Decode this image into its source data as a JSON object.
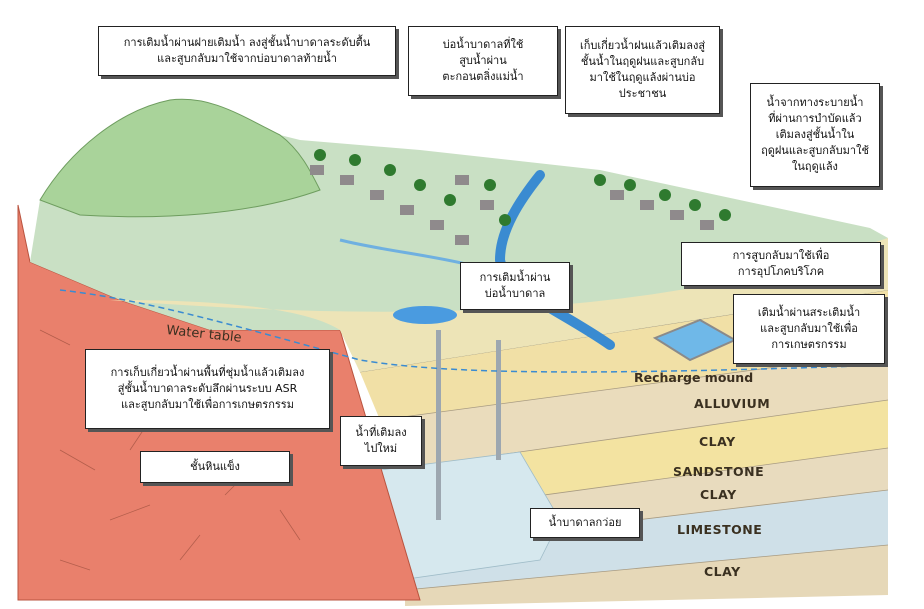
{
  "labels": {
    "water_table": "Water table",
    "recharge_mound": "Recharge mound",
    "layers": [
      "ALLUVIUM",
      "CLAY",
      "SANDSTONE",
      "CLAY",
      "LIMESTONE",
      "CLAY"
    ]
  },
  "callouts": {
    "c1": "การเติมน้ำผ่านฝายเติมน้ำ ลงสู่ชั้นน้ำบาดาลระดับตื้น\nและสูบกลับมาใช้จากบ่อบาดาลท้ายน้ำ",
    "c2": "บ่อน้ำบาดาลที่ใช้\nสูบน้ำผ่าน\nตะกอนตลิ่งแม่น้ำ",
    "c3": "เก็บเกี่ยวน้ำฝนแล้วเติมลงสู่\nชั้นน้ำในฤดูฝนและสูบกลับ\nมาใช้ในฤดูแล้งผ่านบ่อ\nประชาชน",
    "c4": "น้ำจากทางระบายน้ำ\nที่ผ่านการบำบัดแล้ว\nเติมลงสู่ชั้นน้ำใน\nฤดูฝนและสูบกลับมาใช้\nในฤดูแล้ง",
    "c5": "การสูบกลับมาใช้เพื่อ\nการอุปโภคบริโภค",
    "c6": "การเติมน้ำผ่าน\nบ่อน้ำบาดาล",
    "c7": "เติมน้ำผ่านสระเติมน้ำ\nและสูบกลับมาใช้เพื่อ\nการเกษตรกรรม",
    "c8": "การเก็บเกี่ยวน้ำผ่านพื้นที่ชุ่มน้ำแล้วเติมลง\nสู่ชั้นน้ำบาดาลระดับลึกผ่านระบบ ASR\nและสูบกลับมาใช้เพื่อการเกษตรกรรม",
    "c9": "น้ำที่เติมลง\nไปใหม่",
    "c10": "ชั้นหินแข็ง",
    "c11": "น้ำบาดาลกว่อย"
  }
}
